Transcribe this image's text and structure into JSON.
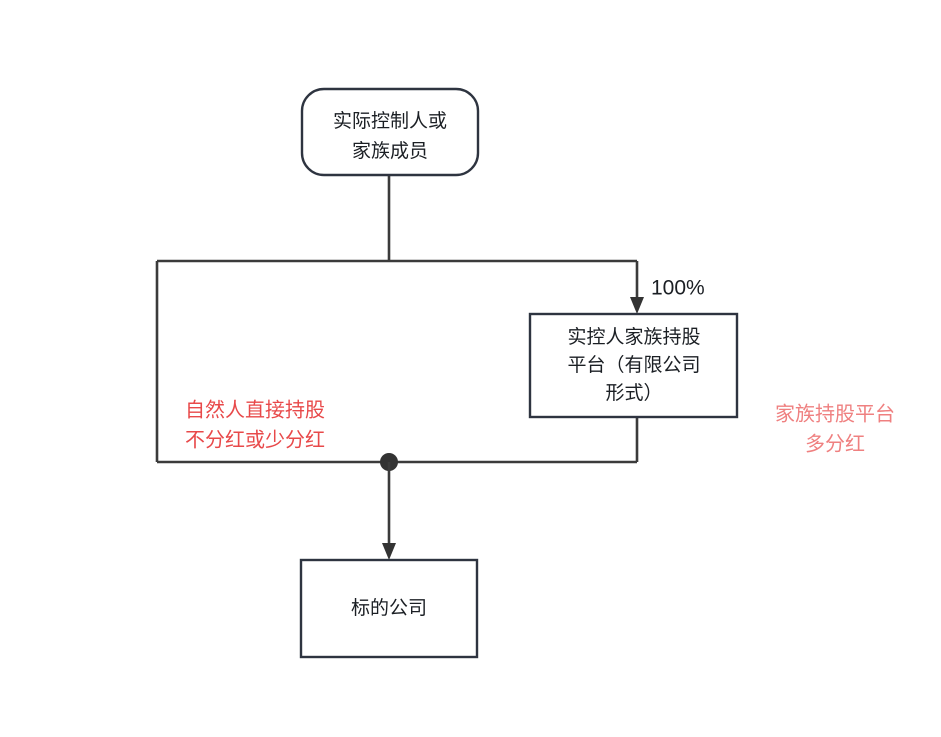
{
  "diagram": {
    "type": "org-ownership-flowchart",
    "background_color": "#ffffff",
    "nodes": [
      {
        "id": "controller",
        "shape": "rounded-rectangle",
        "lines": [
          "实际控制人或",
          "家族成员"
        ],
        "border_color": "#2e3440",
        "fill_color": "#ffffff"
      },
      {
        "id": "family-platform",
        "shape": "rectangle",
        "lines": [
          "实控人家族持股",
          "平台（有限公司",
          "形式）"
        ],
        "border_color": "#2e3440",
        "fill_color": "#ffffff"
      },
      {
        "id": "target-company",
        "shape": "rectangle",
        "lines": [
          "标的公司"
        ],
        "border_color": "#2e3440",
        "fill_color": "#ffffff"
      }
    ],
    "edge_labels": [
      {
        "id": "ownership-percent",
        "text": "100%",
        "color": "#1b1f24"
      }
    ],
    "annotations": [
      {
        "id": "left-note",
        "lines": [
          "自然人直接持股",
          "不分红或少分红"
        ],
        "color": "#e8494a"
      },
      {
        "id": "right-note",
        "lines": [
          "家族持股平台",
          "多分红"
        ],
        "color": "#ef8080"
      }
    ],
    "connector_color": "#3b3b3b"
  }
}
